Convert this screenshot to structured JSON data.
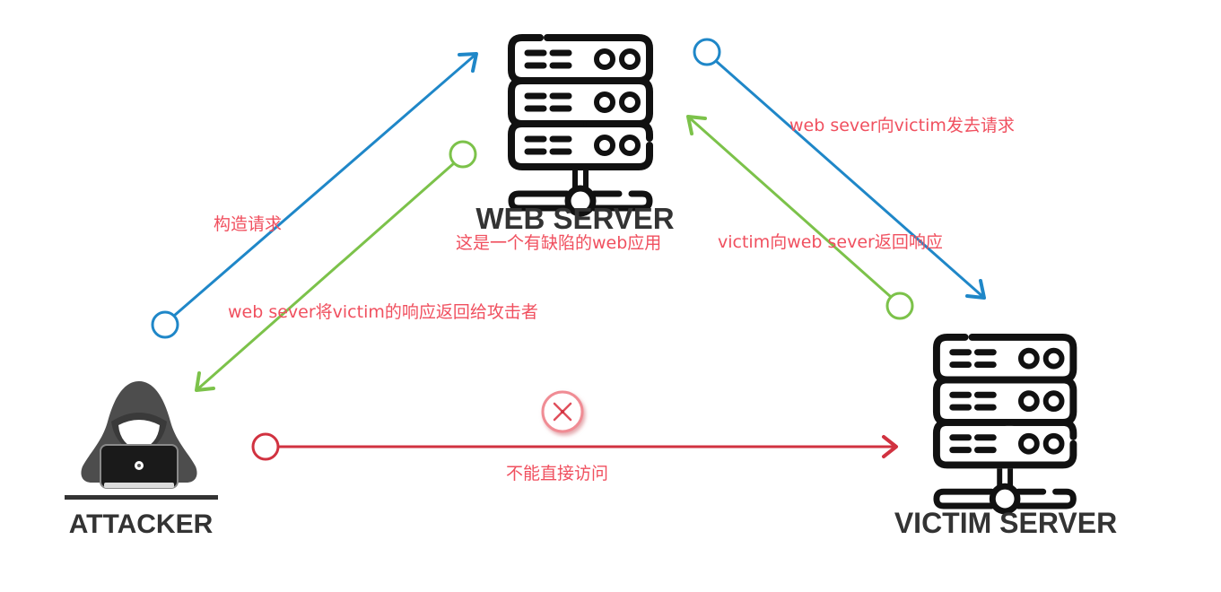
{
  "diagram": {
    "type": "SSRF attack flow",
    "nodes": {
      "web_server": {
        "title": "WEB SERVER",
        "caption": "这是一个有缺陷的web应用",
        "icon": "server-rack-icon"
      },
      "attacker": {
        "title": "ATTACKER",
        "icon": "hooded-hacker-laptop-icon"
      },
      "victim_server": {
        "title": "VICTIM SERVER",
        "icon": "server-rack-icon"
      }
    },
    "edges": [
      {
        "id": "attacker-to-webserver",
        "from": "attacker",
        "to": "web_server",
        "label": "构造请求",
        "color": "#1f87c8"
      },
      {
        "id": "webserver-to-attacker",
        "from": "web_server",
        "to": "attacker",
        "label": "web sever将victim的响应返回给攻击者",
        "color": "#7cc24a"
      },
      {
        "id": "webserver-to-victim",
        "from": "web_server",
        "to": "victim_server",
        "label": "web sever向victim发去请求",
        "color": "#1f87c8"
      },
      {
        "id": "victim-to-webserver",
        "from": "victim_server",
        "to": "web_server",
        "label": "victim向web sever返回响应",
        "color": "#7cc24a"
      },
      {
        "id": "attacker-to-victim",
        "from": "attacker",
        "to": "victim_server",
        "label": "不能直接访问",
        "color": "#d13240",
        "blocked": true,
        "blocked_icon": "close-x-icon"
      }
    ],
    "colors": {
      "request": "#1f87c8",
      "response": "#7cc24a",
      "blocked": "#d13240",
      "label_text": "#f0505f",
      "node_title": "#333333",
      "icon_stroke": "#111111",
      "hacker_hood": "#4d4d4d",
      "blocked_badge": "#f08c94"
    }
  }
}
